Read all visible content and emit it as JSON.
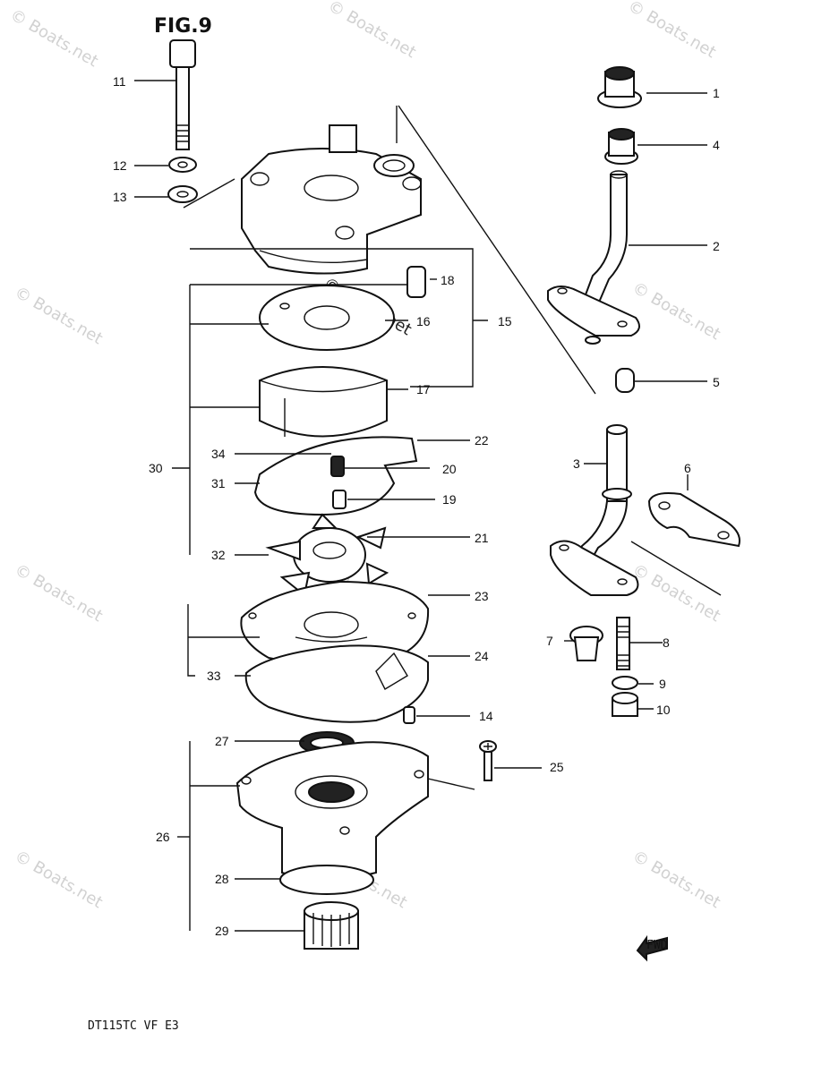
{
  "figure": {
    "title": "FIG.9",
    "footer_code": "DT115TC  VF  E3",
    "front_mark": "FWD"
  },
  "watermark": {
    "text": "© Boats.net"
  },
  "callouts": [
    "1",
    "2",
    "3",
    "4",
    "5",
    "6",
    "7",
    "8",
    "9",
    "10",
    "11",
    "12",
    "13",
    "14",
    "15",
    "16",
    "17",
    "18",
    "19",
    "20",
    "21",
    "22",
    "23",
    "24",
    "25",
    "26",
    "27",
    "28",
    "29",
    "30",
    "31",
    "32",
    "33",
    "34"
  ]
}
